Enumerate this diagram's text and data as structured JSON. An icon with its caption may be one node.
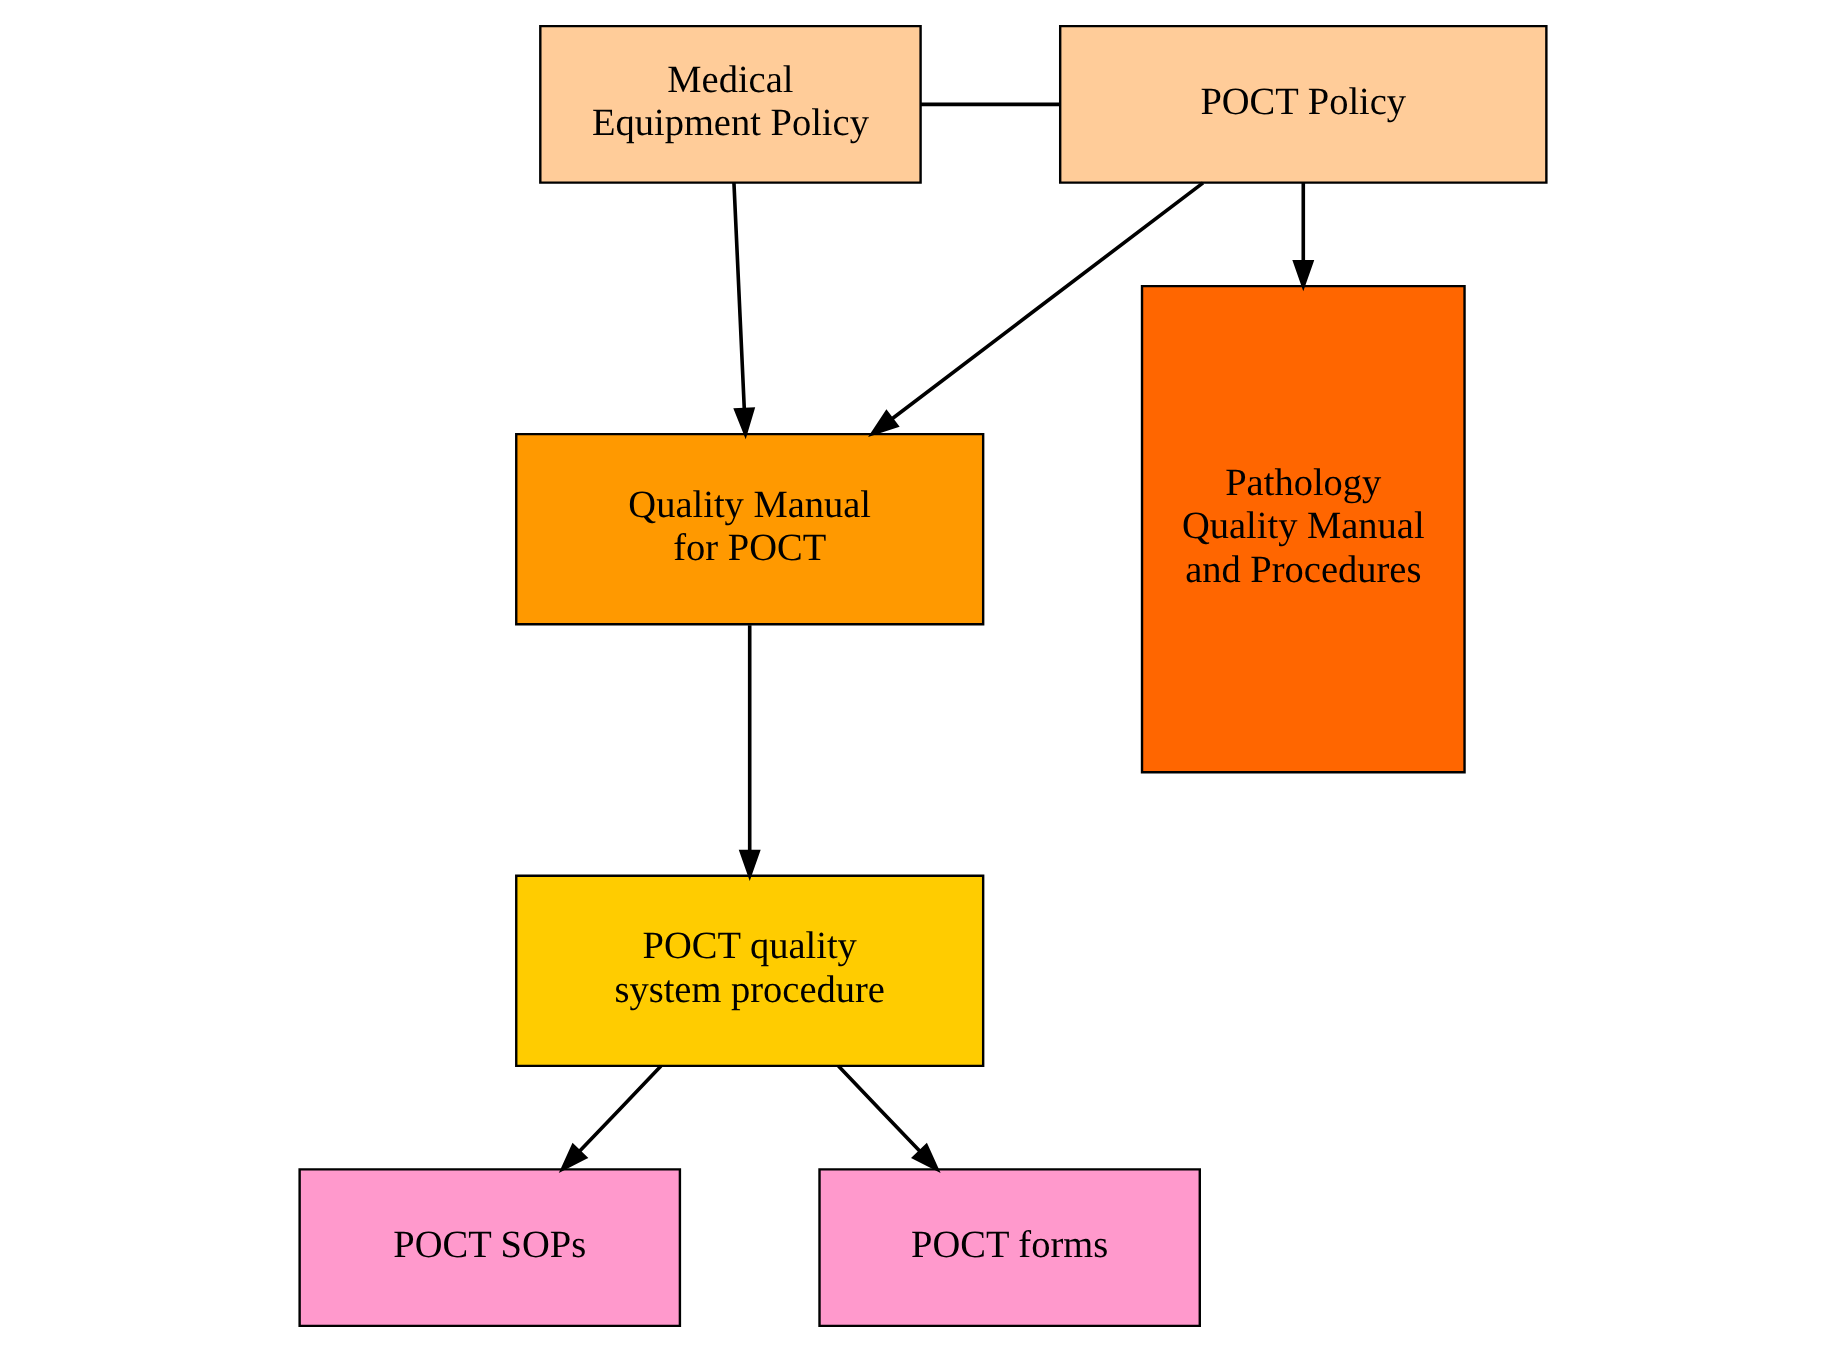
{
  "diagram": {
    "nodes": [
      {
        "text": [
          "Medical Equipment Policy"
        ]
      },
      {
        "text": [
          "POCT Policy"
        ]
      },
      {
        "text": [
          "Quality Manual for POCT"
        ]
      },
      {
        "text": [
          "Pathology Quality Manual and Procedures"
        ]
      },
      {
        "text": [
          "POCT quality system procedure"
        ]
      },
      {
        "text": [
          "POCT SOPs"
        ]
      },
      {
        "text": [
          "POCT forms"
        ]
      }
    ],
    "edges": [
      {
        "from": 0,
        "to": 1,
        "arrow": "none"
      },
      {
        "from": 0,
        "to": 2,
        "arrow": "to"
      },
      {
        "from": 1,
        "to": 2,
        "arrow": "to"
      },
      {
        "from": 1,
        "to": 3,
        "arrow": "to"
      },
      {
        "from": 2,
        "to": 4,
        "arrow": "to"
      },
      {
        "from": 4,
        "to": 5,
        "arrow": "to"
      },
      {
        "from": 4,
        "to": 6,
        "arrow": "to"
      }
    ]
  }
}
